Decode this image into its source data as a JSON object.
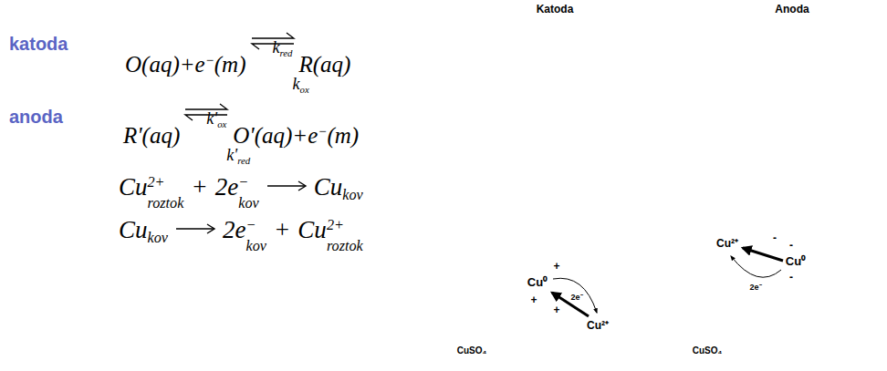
{
  "diagram": {
    "nodes": [
      {
        "text": [
          "CuSO₄"
        ]
      },
      {
        "text": [
          "Katoda",
          "Cu⁰"
        ],
        "in": 0
      },
      {
        "text": [
          "CuSO₄"
        ]
      },
      {
        "text": [
          "Anoda",
          "Cu⁰"
        ],
        "in": 2
      }
    ],
    "labels": [
      "katoda",
      "anoda",
      "O(aq)+e",
      "−",
      "(m)",
      "k",
      "red",
      "k",
      "ox",
      "R(aq)",
      "R'(aq)",
      "k'",
      "ox",
      "k'",
      "red",
      "O'(aq)+e",
      "−",
      "(m)",
      "Cu",
      "2+",
      "roztok",
      "+",
      "2e",
      "−",
      "kov",
      "Cu",
      "kov",
      "Cu",
      "kov",
      "2e",
      "−",
      "kov",
      "+",
      "Cu",
      "2+",
      "roztok",
      "+",
      "+",
      "+",
      "Cu²⁺",
      "2e⁻",
      "-",
      "-",
      "-",
      "Cu²⁺",
      "2e⁻"
    ]
  }
}
